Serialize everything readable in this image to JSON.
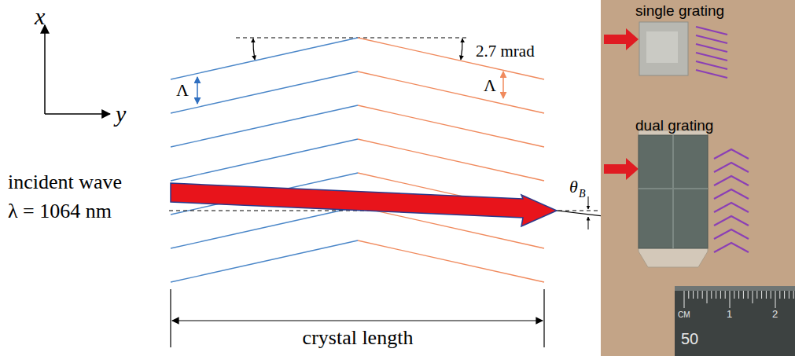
{
  "diagram": {
    "labels": [
      "x",
      "y",
      "2.7 mrad",
      "Λ",
      "Λ",
      "incident wave",
      "λ = 1064 nm",
      "θ",
      "B",
      "crystal length",
      "single grating",
      "dual grating",
      "CM",
      "1",
      "2",
      "50"
    ]
  }
}
